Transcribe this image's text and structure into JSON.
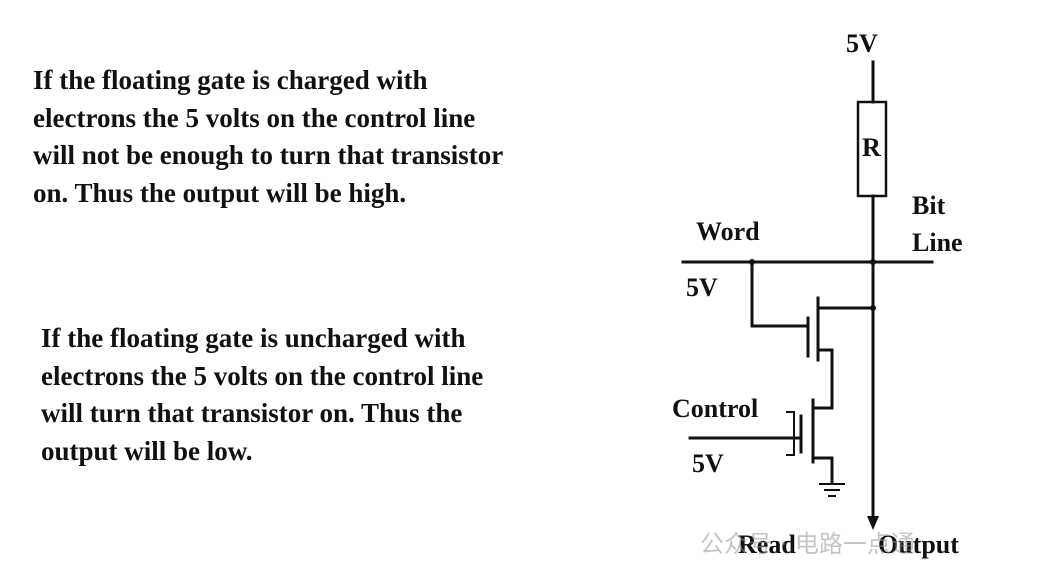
{
  "paragraphs": [
    {
      "lines": [
        "If the floating gate is charged with",
        "electrons the 5 volts on the control line",
        "will not be enough to turn that transistor",
        "on.  Thus the output will be high."
      ]
    },
    {
      "lines": [
        "If the floating gate is uncharged  with",
        "electrons the 5 volts on the control line",
        "will turn that transistor on.  Thus the",
        "output will be low."
      ]
    }
  ],
  "circuit": {
    "supply": "5V",
    "resistor": "R",
    "bit_line": [
      "Bit",
      "Line"
    ],
    "word": "Word",
    "word_voltage": "5V",
    "control": "Control",
    "control_voltage": "5V",
    "read": "Read",
    "output": "Output"
  },
  "watermark": "公众号 · 电路一点通"
}
